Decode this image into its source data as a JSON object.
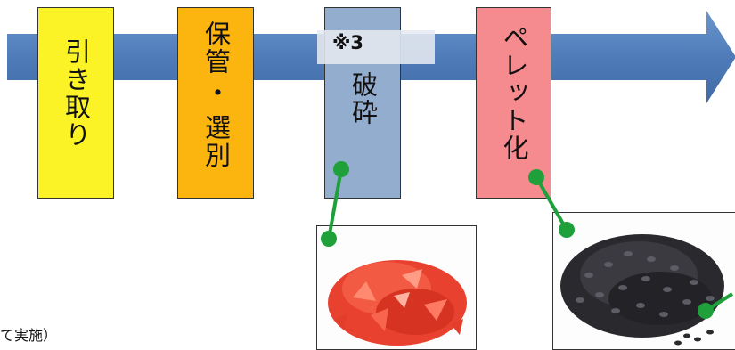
{
  "steps": [
    {
      "label": "引き取り",
      "color": "#fbf326"
    },
    {
      "label": "保管・選別",
      "label_top": "保管",
      "label_dot": "・",
      "label_bottom": "選別",
      "color": "#fcb50f"
    },
    {
      "label": "破砕",
      "color": "#93adcf"
    },
    {
      "label": "ペレット化",
      "color": "#f58b8e"
    }
  ],
  "note_label": "※3",
  "photos": [
    {
      "name": "crushed-flakes-photo",
      "tint": "#e8412f"
    },
    {
      "name": "pellets-photo",
      "tint": "#2a2a2e"
    }
  ],
  "colors": {
    "arrow": "#4f7cb9",
    "connector": "#1fa03a"
  },
  "caption": "て実施）"
}
